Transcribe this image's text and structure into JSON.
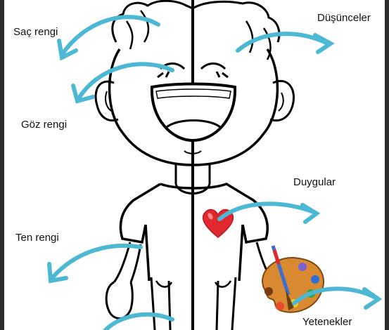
{
  "labels": {
    "hair_color": "Saç rengi",
    "eye_color": "Göz rengi",
    "skin_color": "Ten rengi",
    "thoughts": "Düşünceler",
    "feelings": "Duygular",
    "talents": "Yetenekler"
  },
  "colors": {
    "arrow": "#4db8d4",
    "heart": "#e0282e",
    "palette": "#d9892f",
    "line": "#000000",
    "border": "#2c2c2c"
  },
  "icons": {
    "heart": "heart-icon",
    "palette": "paint-palette-icon",
    "brush": "paintbrush-icon"
  }
}
